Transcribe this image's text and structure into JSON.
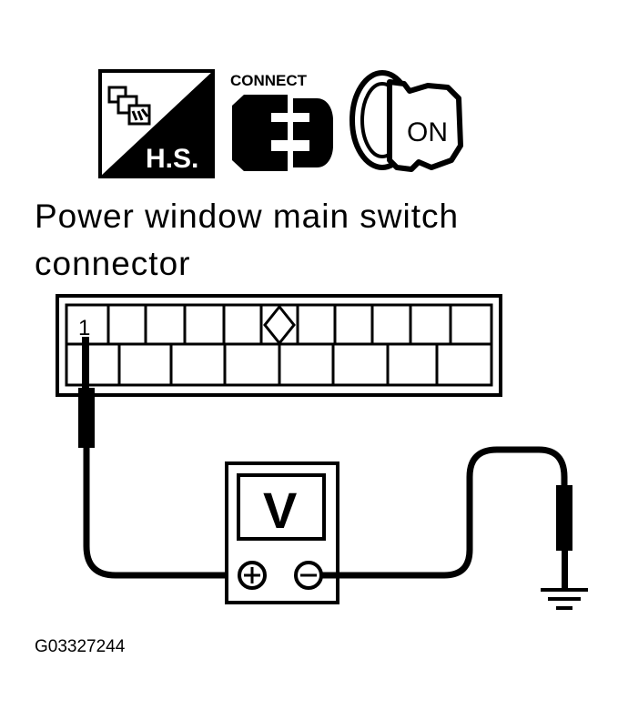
{
  "icons": {
    "harness_label": "H.S.",
    "connect_label": "CONNECT",
    "ignition_label": "ON"
  },
  "title": {
    "line1": "Power window main switch",
    "line2": "connector"
  },
  "connector": {
    "pin_label": "1"
  },
  "meter": {
    "symbol": "V"
  },
  "figure_code": "G03327244"
}
